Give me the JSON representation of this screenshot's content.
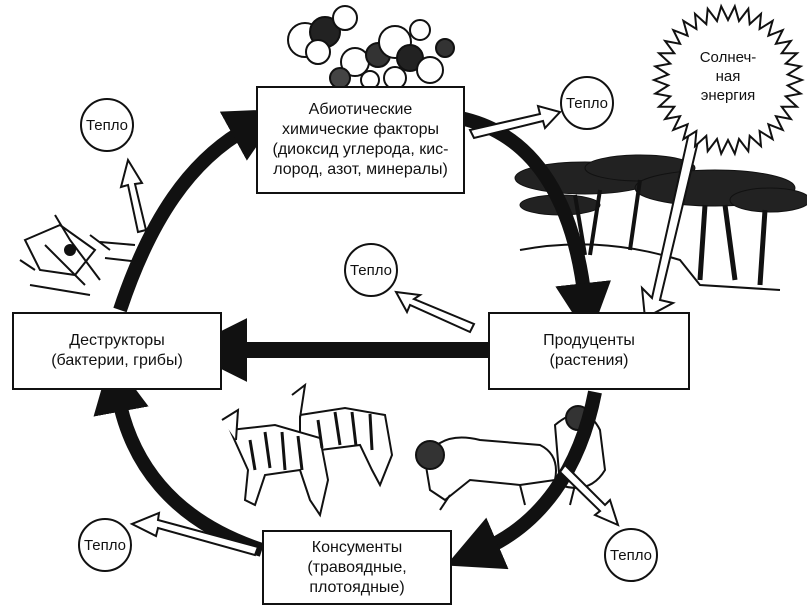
{
  "nodes": {
    "abiotic": "Абиотические\nхимические факторы\n(диоксид углерода, кис-\nлород, азот, минералы)",
    "producers": "Продуценты\n(растения)",
    "consumers": "Консументы\n(травоядные,\nплотоядные)",
    "decomposers": "Деструкторы\n(бактерии, грибы)"
  },
  "sun": {
    "label": "Солнеч-\nная\nэнергия"
  },
  "heat_label": "Тепло",
  "illustrations": {
    "abiotic": "molecule-models",
    "producers": "acacia-trees",
    "herbivores": "zebras",
    "carnivores": "lions",
    "decomposers": "giraffe-remains"
  },
  "colors": {
    "stroke": "#111111",
    "background": "#ffffff"
  }
}
